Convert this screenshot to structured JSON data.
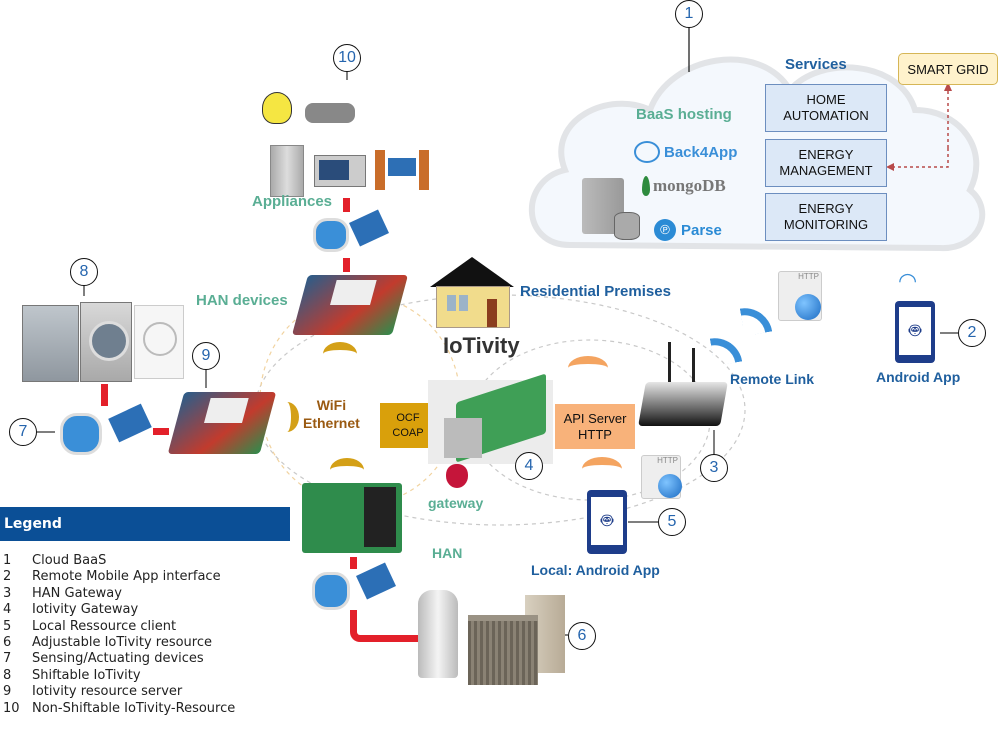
{
  "cloud": {
    "callout": "1",
    "services_title": "Services",
    "baas_title": "BaaS hosting",
    "providers": [
      "Back4App",
      "mongoDB",
      "Parse"
    ],
    "services": [
      "HOME\nAUTOMATION",
      "ENERGY\nMANAGEMENT",
      "ENERGY\nMONITORING"
    ]
  },
  "smart_grid": "SMART GRID",
  "appliances": {
    "callout": "10",
    "label": "Appliances"
  },
  "han_devices": {
    "label": "HAN devices"
  },
  "residential": {
    "label": "Residential Premises",
    "brand": "IoTivity"
  },
  "remote": {
    "label": "Remote Link",
    "http_tag": "HTTP"
  },
  "android_remote": {
    "label": "Android App",
    "callout": "2"
  },
  "shiftable": {
    "callout": "8"
  },
  "server": {
    "callout": "9"
  },
  "sensing": {
    "callout": "7"
  },
  "network": {
    "wifi_label": "WiFi\nEthernet",
    "protocol_box": "OCF\nCOAP",
    "api_box": "API Server\nHTTP"
  },
  "gateway": {
    "label": "gateway",
    "callout": "4"
  },
  "router": {
    "callout": "3"
  },
  "han": {
    "label": "HAN"
  },
  "local_app": {
    "label": "Local: Android App",
    "callout": "5",
    "http_tag": "HTTP"
  },
  "adjustable": {
    "callout": "6"
  },
  "colors": {
    "accent_blue": "#1f5f9e",
    "legend_bg": "#0b4f96",
    "wire_red": "#e3202a",
    "wifi_orange": "#f4a460",
    "wifi_gold": "#d4a017",
    "ocf_box": "#d9a00b",
    "api_box": "#f8b27a"
  },
  "legend": {
    "title": "Legend",
    "items": [
      {
        "num": "1",
        "text": "Cloud BaaS"
      },
      {
        "num": "2",
        "text": "Remote Mobile App interface"
      },
      {
        "num": "3",
        "text": "HAN Gateway"
      },
      {
        "num": "4",
        "text": "Iotivity Gateway"
      },
      {
        "num": "5",
        "text": "Local Ressource client"
      },
      {
        "num": "6",
        "text": "Adjustable IoTivity resource"
      },
      {
        "num": "7",
        "text": "Sensing/Actuating devices"
      },
      {
        "num": "8",
        "text": "Shiftable IoTivity"
      },
      {
        "num": "9",
        "text": "Iotivity resource server"
      },
      {
        "num": "10",
        "text": "Non-Shiftable IoTivity-Resource"
      }
    ]
  }
}
